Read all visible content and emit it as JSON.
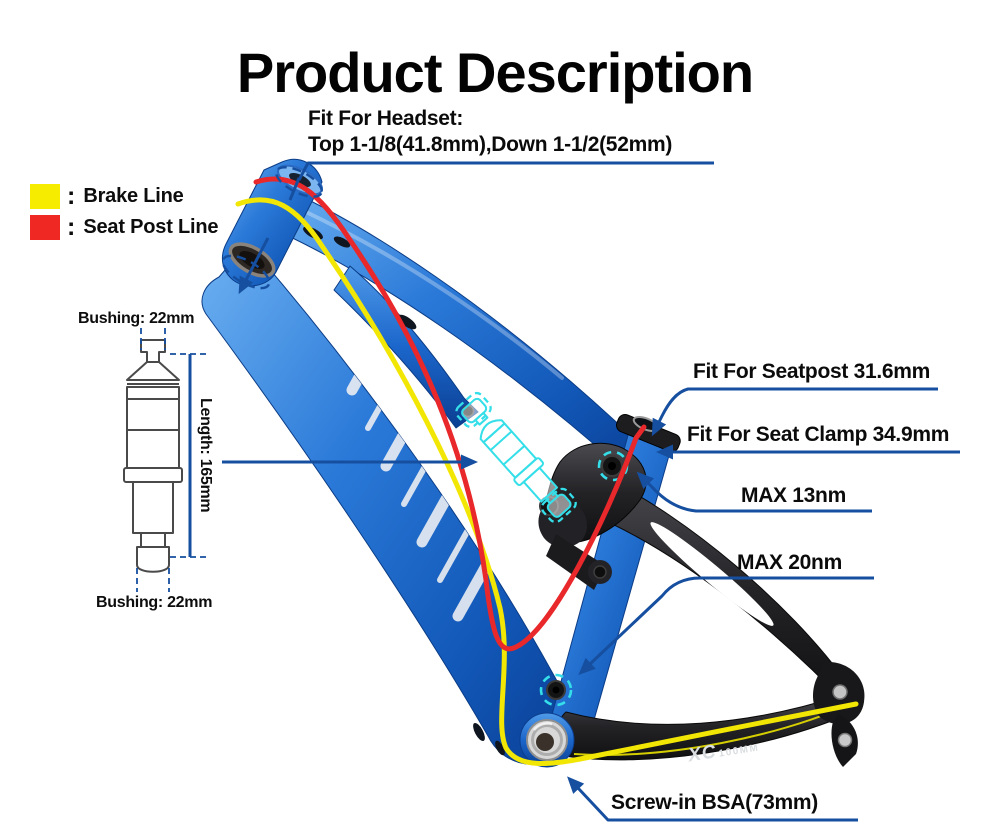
{
  "page": {
    "title": "Product Description"
  },
  "legend": {
    "items": [
      {
        "label": "Brake Line",
        "separator": ":",
        "swatch_color": "#f5ec00",
        "swatch_style": "background:#f5ec00"
      },
      {
        "label": "Seat Post Line",
        "separator": ":",
        "swatch_color": "#f02823",
        "swatch_style": "background:#f02823"
      }
    ]
  },
  "shock_diagram": {
    "bushing_top_label": "Bushing: 22mm",
    "length_label": "Length: 165mm",
    "bushing_bottom_label": "Bushing: 22mm"
  },
  "callouts": {
    "headset_line1": "Fit For Headset:",
    "headset_line2": "Top 1-1/8(41.8mm),Down 1-1/2(52mm)",
    "seatpost": "Fit For Seatpost 31.6mm",
    "seat_clamp": "Fit For Seat Clamp 34.9mm",
    "rocker_torque": "MAX 13nm",
    "main_pivot_torque": "MAX 20nm",
    "bottom_bracket": "Screw-in BSA(73mm)"
  },
  "frame_logo": {
    "brand": "XC",
    "model": "100MM"
  },
  "colors": {
    "annotation_blue": "#164f9f",
    "brake_line_yellow": "#f2e600",
    "seat_post_line_red": "#e8282a",
    "frame_blue": "#1565c8",
    "highlight_cyan": "#35dfe9",
    "rear_triangle_black": "#1c1c1e"
  }
}
